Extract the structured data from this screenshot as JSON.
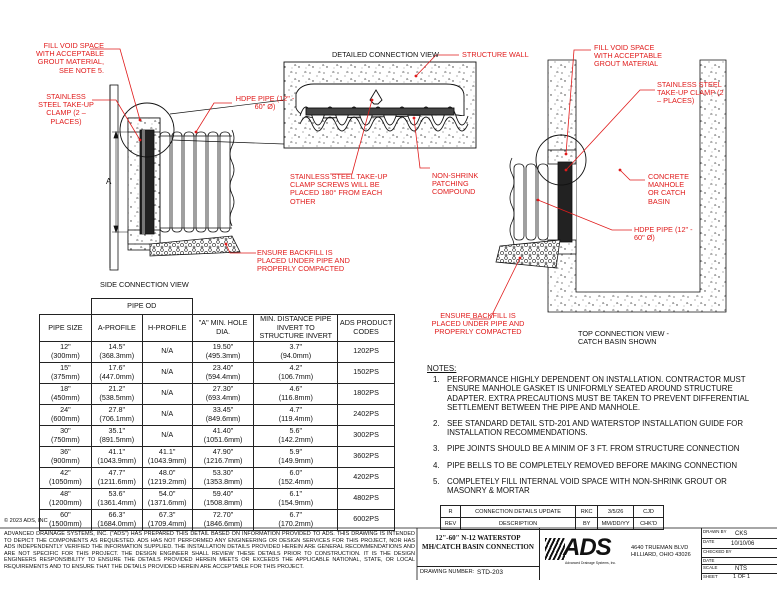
{
  "side_view": {
    "title": "SIDE CONNECTION VIEW",
    "fill_void_label": "FILL VOID SPACE WITH ACCEPTABLE GROUT MATERIAL, SEE NOTE 5.",
    "clamp_label": "STAINLESS STEEL TAKE-UP CLAMP (2 – PLACES)",
    "hdpe_label": "HDPE PIPE (12\" - 60\" Ø)",
    "dim_a": "A",
    "backfill_label": "ENSURE BACKFILL IS PLACED UNDER PIPE AND PROPERLY COMPACTED"
  },
  "detail_view": {
    "title": "DETAILED CONNECTION VIEW",
    "structure_wall": "STRUCTURE WALL",
    "screws_label": "STAINLESS STEEL TAKE-UP CLAMP SCREWS WILL BE PLACED 180° FROM EACH OTHER",
    "nonshrink_label": "NON-SHRINK PATCHING COMPOUND"
  },
  "top_view": {
    "title": "TOP CONNECTION VIEW - CATCH BASIN SHOWN",
    "fill_void_label": "FILL VOID SPACE WITH ACCEPTABLE GROUT MATERIAL",
    "clamp_label": "STAINLESS STEEL TAKE-UP CLAMP (2 – PLACES)",
    "manhole_label": "CONCRETE MANHOLE OR CATCH BASIN",
    "hdpe_label": "HDPE PIPE (12\" - 60\" Ø)",
    "backfill_label": "ENSURE BACKFILL IS PLACED UNDER PIPE AND PROPERLY COMPACTED"
  },
  "pipe_table": {
    "group_header": "PIPE OD",
    "headers": [
      "PIPE SIZE",
      "A-PROFILE",
      "H-PROFILE",
      "\"A\" MIN. HOLE DIA.",
      "MIN. DISTANCE PIPE INVERT TO STRUCTURE INVERT",
      "ADS PRODUCT CODES"
    ],
    "rows": [
      [
        "12\"",
        "(300mm)",
        "14.5\"",
        "(368.3mm)",
        "N/A",
        "",
        "19.50\"",
        "(495.3mm)",
        "3.7\"",
        "(94.0mm)",
        "1202PS"
      ],
      [
        "15\"",
        "(375mm)",
        "17.6\"",
        "(447.0mm)",
        "N/A",
        "",
        "23.40\"",
        "(594.4mm)",
        "4.2\"",
        "(106.7mm)",
        "1502PS"
      ],
      [
        "18\"",
        "(450mm)",
        "21.2\"",
        "(538.5mm)",
        "N/A",
        "",
        "27.30\"",
        "(693.4mm)",
        "4.6\"",
        "(116.8mm)",
        "1802PS"
      ],
      [
        "24\"",
        "(600mm)",
        "27.8\"",
        "(706.1mm)",
        "N/A",
        "",
        "33.45\"",
        "(849.6mm)",
        "4.7\"",
        "(119.4mm)",
        "2402PS"
      ],
      [
        "30\"",
        "(750mm)",
        "35.1\"",
        "(891.5mm)",
        "N/A",
        "",
        "41.40\"",
        "(1051.6mm)",
        "5.6\"",
        "(142.2mm)",
        "3002PS"
      ],
      [
        "36\"",
        "(900mm)",
        "41.1\"",
        "(1043.9mm)",
        "41.1\"",
        "(1043.9mm)",
        "47.90\"",
        "(1216.7mm)",
        "5.9\"",
        "(149.9mm)",
        "3602PS"
      ],
      [
        "42\"",
        "(1050mm)",
        "47.7\"",
        "(1211.6mm)",
        "48.0\"",
        "(1219.2mm)",
        "53.30\"",
        "(1353.8mm)",
        "6.0\"",
        "(152.4mm)",
        "4202PS"
      ],
      [
        "48\"",
        "(1200mm)",
        "53.6\"",
        "(1361.4mm)",
        "54.0\"",
        "(1371.6mm)",
        "59.40\"",
        "(1508.8mm)",
        "6.1\"",
        "(154.9mm)",
        "4802PS"
      ],
      [
        "60\"",
        "(1500mm)",
        "66.3\"",
        "(1684.0mm)",
        "67.3\"",
        "(1709.4mm)",
        "72.70\"",
        "(1846.6mm)",
        "6.7\"",
        "(170.2mm)",
        "6002PS"
      ]
    ]
  },
  "notes": {
    "title": "NOTES:",
    "items": [
      "PERFORMANCE HIGHLY DEPENDENT ON INSTALLATION. CONTRACTOR MUST ENSURE MANHOLE GASKET IS UNIFORMLY SEATED AROUND STRUCTURE ADAPTER. EXTRA PRECAUTIONS MUST BE TAKEN TO PREVENT DIFFERENTIAL SETTLEMENT BETWEEN THE PIPE AND MANHOLE.",
      "SEE STANDARD DETAIL STD-201 AND WATERSTOP INSTALLATION GUIDE FOR INSTALLATION RECOMMENDATIONS.",
      "PIPE JOINTS SHOULD BE A MINIM OF 3 FT. FROM STRUCTURE CONNECTION",
      "PIPE BELLS TO BE COMPLETELY REMOVED BEFORE MAKING CONNECTION",
      "COMPLETELY FILL INTERNAL VOID SPACE WITH NON-SHRINK GROUT OR MASONRY & MORTAR"
    ]
  },
  "copyright": "© 2023 ADS, INC",
  "disclaimer": "ADVANCED DRAINAGE SYSTEMS, INC. (\"ADS\") HAS PREPARED THIS DETAIL BASED ON INFORMATION PROVIDED TO ADS. THIS DRAWING IS INTENDED TO DEPICT THE COMPONENTS AS REQUESTED. ADS HAS NOT PERFORMED ANY ENGINEERING OR DESIGN SERVICES FOR THIS PROJECT, NOR HAS ADS INDEPENDENTLY VERIFIED THE INFORMATION SUPPLIED. THE INSTALLATION DETAILS PROVIDED HEREIN ARE GENERAL RECOMMENDATIONS AND ARE NOT SPECIFIC FOR THIS PROJECT. THE DESIGN ENGINEER SHALL REVIEW THESE DETAILS PRIOR TO CONSTRUCTION. IT IS THE DESIGN ENGINEERS RESPONSIBILITY TO ENSURE THE DETAILS PROVIDED HEREIN MEETS OR EXCEEDS THE APPLICABLE NATIONAL, STATE, OR LOCAL REQUIREMENTS AND TO ENSURE THAT THE DETAILS PROVIDED HEREIN ARE ACCEPTABLE FOR THIS PROJECT.",
  "revision": {
    "row": [
      "R",
      "CONNECTION DETAILS UPDATE",
      "RKC",
      "3/5/26",
      "CJD"
    ],
    "header": [
      "REV",
      "DESCRIPTION",
      "BY",
      "MM/DD/YY",
      "CHK'D"
    ]
  },
  "title_block": {
    "title_line1": "12\"-60\" N-12 WATERSTOP",
    "title_line2": "MH/CATCH BASIN CONNECTION",
    "drawing_number_label": "DRAWING NUMBER:",
    "drawing_number": "STD-203",
    "logo_text": "ADS",
    "logo_sub": "Advanced Drainage Systems, Inc.",
    "address_line1": "4640 TRUEMAN BLVD",
    "address_line2": "HILLIARD, OHIO 43026",
    "drawn_by_label": "DRAWN BY",
    "drawn_by": "CKS",
    "date_label": "DATE",
    "date": "10/10/06",
    "checked_label": "CHECKED BY",
    "checked": "",
    "date2_label": "DATE",
    "scale_label": "SCALE",
    "scale": "NTS",
    "sheet_label": "SHEET",
    "sheet": "1 OF 1"
  },
  "colors": {
    "annotation": "#e01b1b",
    "linework": "#111111"
  }
}
